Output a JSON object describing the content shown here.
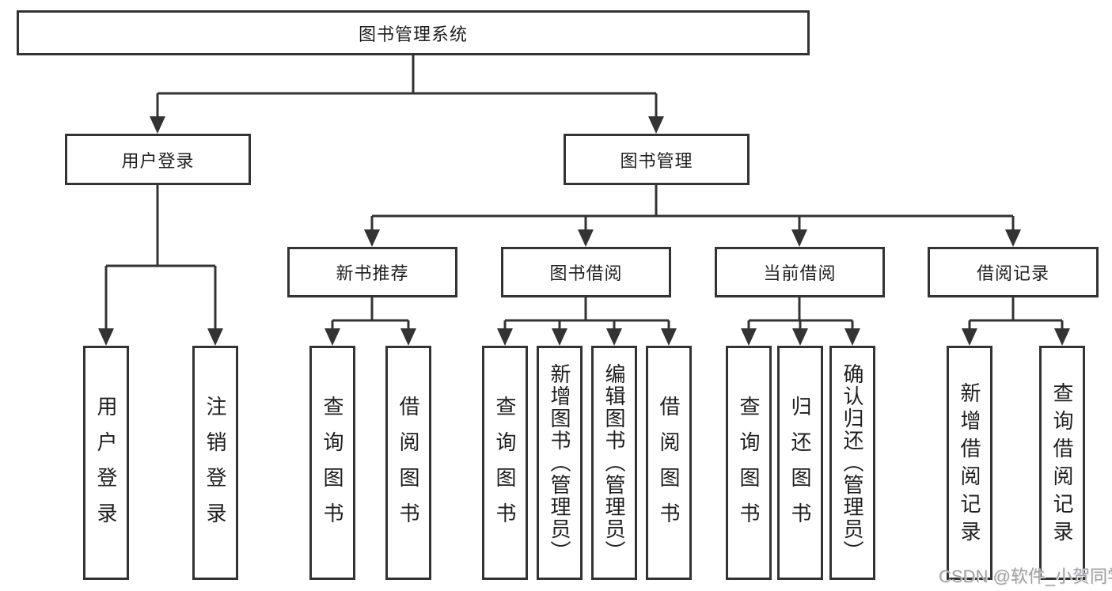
{
  "colors": {
    "line": "#333333",
    "box_border": "#333333",
    "text": "#1f1f1f",
    "background": "#ffffff",
    "watermark": "#a0a4a8"
  },
  "tree": {
    "root": "图书管理系统",
    "login": {
      "label": "用户登录",
      "children": [
        "用户登录",
        "注销登录"
      ]
    },
    "mgmt": {
      "label": "图书管理"
    },
    "sections": [
      {
        "label": "新书推荐",
        "children": [
          "查询图书",
          "借阅图书"
        ]
      },
      {
        "label": "图书借阅",
        "children": [
          "查询图书",
          "新增图书（管理员）",
          "编辑图书（管理员）",
          "借阅图书"
        ]
      },
      {
        "label": "当前借阅",
        "children": [
          "查询图书",
          "归还图书",
          "确认归还（管理员）"
        ]
      },
      {
        "label": "借阅记录",
        "children": [
          "新增借阅记录",
          "查询借阅记录"
        ]
      }
    ]
  },
  "watermark": "CSDN @软件_小贺同学"
}
